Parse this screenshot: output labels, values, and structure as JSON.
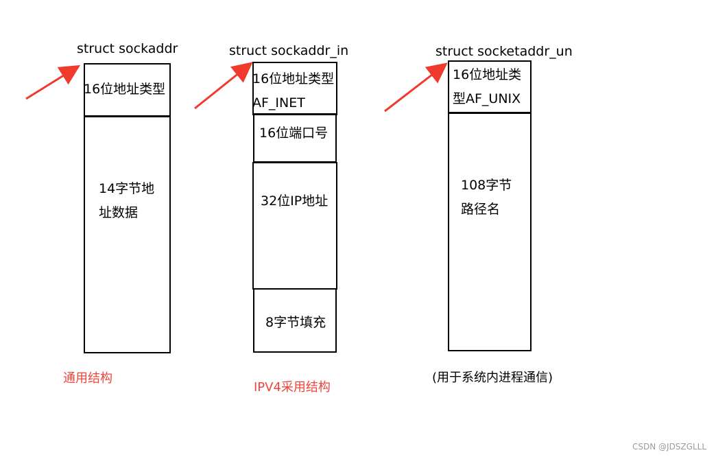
{
  "colors": {
    "arrow": "#f03a2e",
    "caption_red": "#f0433a",
    "border": "#000000",
    "watermark": "#9a9a9a"
  },
  "structs": [
    {
      "title": "struct sockaddr",
      "fields": [
        {
          "lines": [
            "16位地址类型"
          ]
        },
        {
          "lines": [
            "14字节地",
            "址数据"
          ]
        }
      ],
      "caption": "通用结构"
    },
    {
      "title": "struct sockaddr_in",
      "fields": [
        {
          "lines": [
            "16位地址类型",
            "AF_INET"
          ]
        },
        {
          "lines": [
            "16位端口号"
          ]
        },
        {
          "lines": [
            "32位IP地址"
          ]
        },
        {
          "lines": [
            "8字节填充"
          ]
        }
      ],
      "caption": "IPV4采用结构"
    },
    {
      "title": "struct socketaddr_un",
      "fields": [
        {
          "lines": [
            "16位地址类",
            "型AF_UNIX"
          ]
        },
        {
          "lines": [
            "108字节",
            "路径名"
          ]
        }
      ],
      "caption": "(用于系统内进程通信)"
    }
  ],
  "watermark": "CSDN @JDSZGLLL"
}
